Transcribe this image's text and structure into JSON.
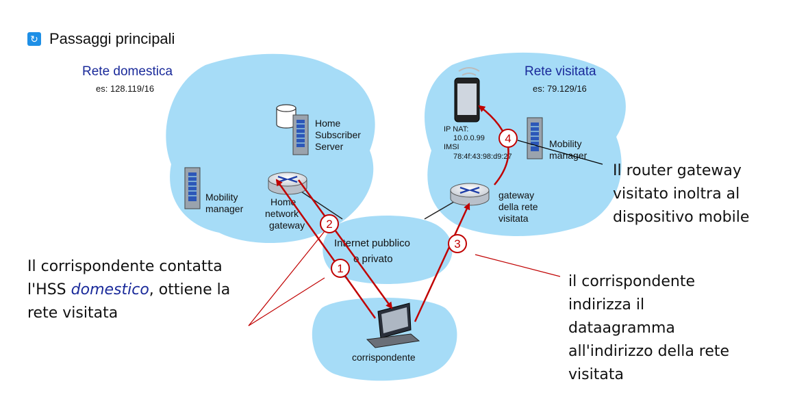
{
  "header": {
    "title": "Passaggi principali",
    "icon": "refresh-icon"
  },
  "home_network": {
    "name": "Rete domestica",
    "prefix": "es: 128.119/16"
  },
  "visited_network": {
    "name": "Rete visitata",
    "prefix": "es: 79.129/16"
  },
  "hss": {
    "line1": "Home",
    "line2": "Subscriber",
    "line3": "Server"
  },
  "home_mobility_manager": {
    "line1": "Mobility",
    "line2": "manager"
  },
  "visited_mobility_manager": {
    "line1": "Mobility",
    "line2": "manager"
  },
  "home_gateway": {
    "line1": "Home",
    "line2": "network",
    "line3": "gateway"
  },
  "visited_gateway": {
    "line1": "gateway",
    "line2": "della rete",
    "line3": "visitata"
  },
  "internet": {
    "line1": "Internet pubblico",
    "line2": "o privato"
  },
  "correspondent": {
    "label": "corrispondente"
  },
  "mobile": {
    "ipnat_label": "IP NAT:",
    "ipnat_value": "10.0.0.99",
    "imsi_label": "IMSI",
    "imsi_value": "78:4f:43:98:d9:27"
  },
  "steps": [
    "1",
    "2",
    "3",
    "4"
  ],
  "annotation_left": {
    "line1": "Il corrispondente contatta",
    "line2_pre": "l'HSS ",
    "line2_em": "domestico",
    "line2_post": ", ottiene la",
    "line3": "rete visitata"
  },
  "annotation_right_top": {
    "line1": "Il router gateway",
    "line2": "visitato inoltra al",
    "line3": "dispositivo mobile"
  },
  "annotation_right_bottom": {
    "line1": "il corrispondente",
    "line2": "indirizza il",
    "line3": "dataagramma",
    "line4": "all'indirizzo della rete",
    "line5": "visitata"
  },
  "colors": {
    "cloud": "#a6dcf7",
    "arrow": "#c00000",
    "netname": "#1a2a9a",
    "accent": "#1e8fe6"
  }
}
